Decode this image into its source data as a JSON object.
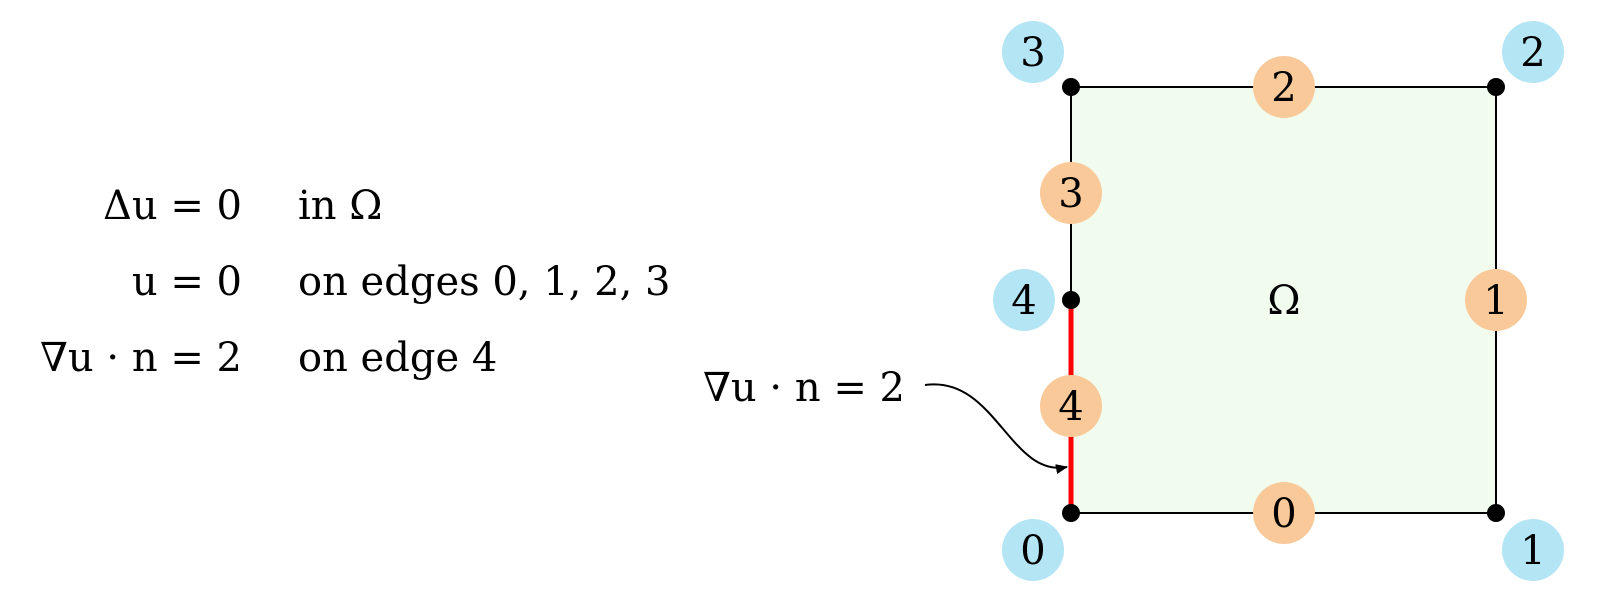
{
  "equations": [
    {
      "lhs": "Δu = 0",
      "rhs": "in Ω"
    },
    {
      "lhs": "u = 0",
      "rhs": "on edges 0, 1, 2, 3"
    },
    {
      "lhs": "∇u · n = 2",
      "rhs": "on edge 4"
    }
  ],
  "diagram": {
    "domain_label": "Ω",
    "bc_label": "∇u · n = 2",
    "colors": {
      "domain_fill": "#f1fcee",
      "edge": "#000000",
      "neumann_edge": "#ff0000",
      "vertex_badge": "#b3e5f5",
      "edge_badge": "#f9c99a"
    },
    "vertex_labels": [
      "0",
      "1",
      "2",
      "3",
      "4"
    ],
    "edge_labels": [
      "0",
      "1",
      "2",
      "3",
      "4"
    ]
  }
}
